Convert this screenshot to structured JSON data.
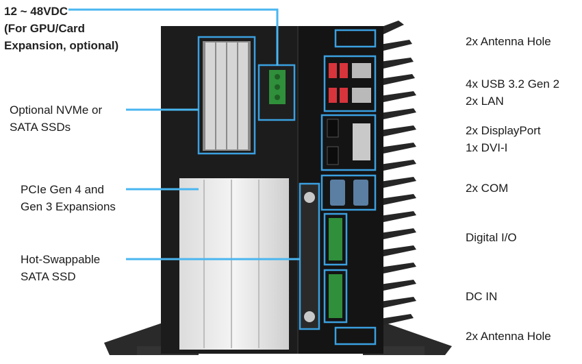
{
  "left_labels": {
    "power": [
      "12 ~ 48VDC",
      "(For GPU/Card",
      "Expansion, optional)"
    ],
    "nvme": [
      "Optional NVMe or",
      "SATA SSDs"
    ],
    "pcie": [
      "PCIe Gen 4 and",
      "Gen 3 Expansions"
    ],
    "hotswap": [
      "Hot-Swappable",
      "SATA SSD"
    ]
  },
  "right_labels": {
    "antenna_top": [
      "2x Antenna Hole"
    ],
    "usb_lan": [
      "4x USB 3.2 Gen 2",
      "2x LAN"
    ],
    "display": [
      "2x DisplayPort",
      "1x DVI-I"
    ],
    "com": [
      "2x COM"
    ],
    "dio": [
      "Digital I/O"
    ],
    "dcin": [
      "DC IN"
    ],
    "antenna_bottom": [
      "2x Antenna Hole"
    ]
  },
  "colors": {
    "accent": "#3aa0e0",
    "chassis": "#1c1c1c",
    "terminal": "#2f8f3a"
  }
}
